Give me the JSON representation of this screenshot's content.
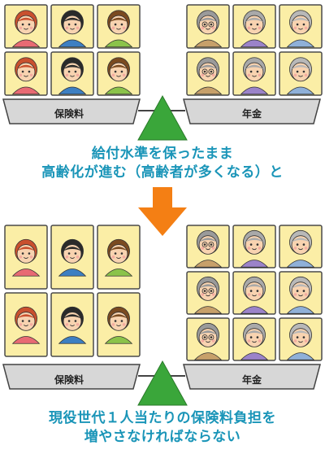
{
  "top_scale": {
    "left_label": "保険料",
    "right_label": "年金"
  },
  "middle_caption": {
    "line1": "給付水準を保ったまま",
    "line2": "高齢化が進む（高齢者が多くなる）と"
  },
  "bottom_scale": {
    "left_label": "保険料",
    "right_label": "年金"
  },
  "bottom_caption": {
    "line1": "現役世代１人当たりの保険料負担を",
    "line2": "増やさなければならない"
  },
  "colors": {
    "card_fill": "#fbeea6",
    "card_border": "#4a4a4a",
    "tray_fill": "#d7d7d7",
    "fulcrum": "#3aa63a",
    "arrow": "#f47f14",
    "caption_text": "#1a95b8"
  }
}
